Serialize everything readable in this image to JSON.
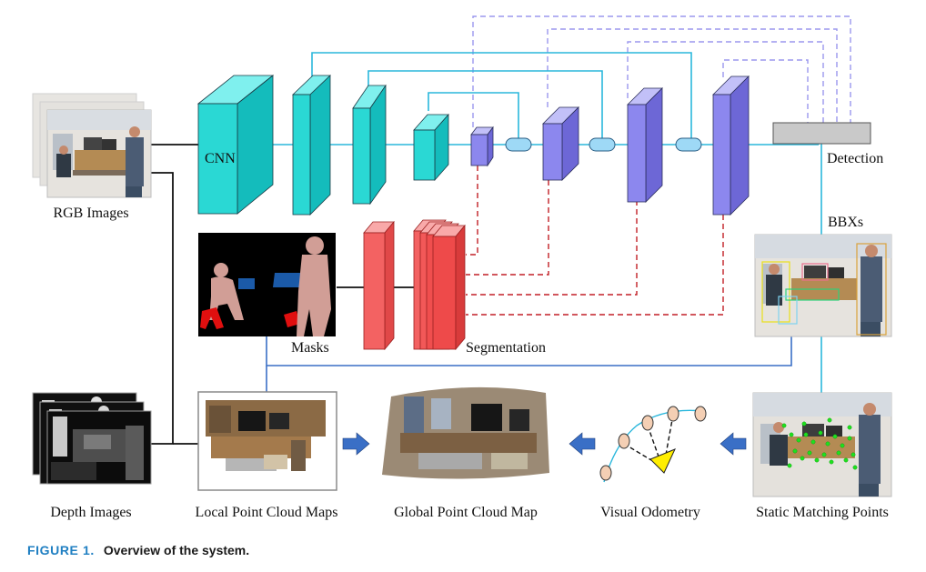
{
  "labels": {
    "rgb_images": "RGB Images",
    "depth_images": "Depth Images",
    "cnn": "CNN",
    "masks": "Masks",
    "segmentation": "Segmentation",
    "detection": "Detection",
    "bbxs": "BBXs",
    "local_point_cloud_maps": "Local Point Cloud Maps",
    "global_point_cloud_map": "Global Point Cloud Map",
    "visual_odometry": "Visual Odometry",
    "static_matching_points": "Static Matching Points"
  },
  "caption": {
    "figure_label": "FIGURE 1.",
    "text": "Overview of the system."
  },
  "colors": {
    "encoder": "#2ad8d4",
    "decoder": "#8c87ee",
    "segmentation": "#f36262",
    "detection_head": "#c9c9c9",
    "detection_link": "#9b97ee",
    "segmentation_link": "#c21f26",
    "skip_link": "#2ab7dc",
    "flow_arrow": "#3a6fc6",
    "odometry_node": "#f4cfb4",
    "odometry_camera": "#ffee00"
  }
}
